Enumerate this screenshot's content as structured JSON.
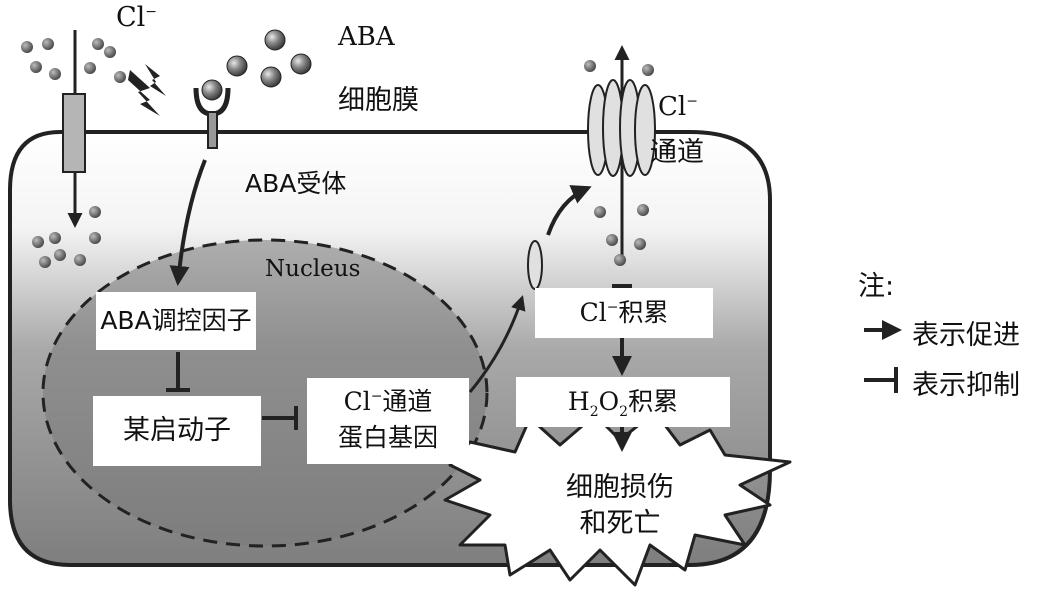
{
  "labels": {
    "cl_ion_top": "Cl",
    "cl_ion_top_sup": "−",
    "aba": "ABA",
    "cell_membrane": "细胞膜",
    "aba_receptor": "ABA受体",
    "nucleus": "Nucleus",
    "channel_label_ion": "Cl",
    "channel_label_sup": "−",
    "channel_label_text": "通道"
  },
  "boxes": {
    "aba_regulator": "ABA调控因子",
    "promoter": "某启动子",
    "gene_line1_ion": "Cl",
    "gene_line1_sup": "−",
    "gene_line1_text": "通道",
    "gene_line2": "蛋白基因",
    "cl_accum_ion": "Cl",
    "cl_accum_sup": "−",
    "cl_accum_text": "积累",
    "h2o2_h": "H",
    "h2o2_sub1": "2",
    "h2o2_o": "O",
    "h2o2_sub2": "2",
    "h2o2_text": "积累",
    "damage_line1": "细胞损伤",
    "damage_line2": "和死亡"
  },
  "legend": {
    "title": "注:",
    "promote": "表示促进",
    "inhibit": "表示抑制"
  }
}
